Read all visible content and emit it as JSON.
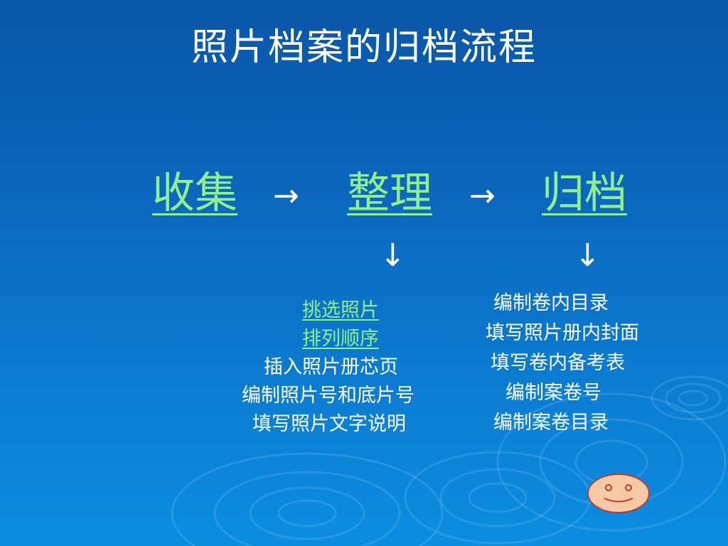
{
  "slide": {
    "title": "照片档案的归档流程",
    "steps": {
      "collect": "收集",
      "organize": "整理",
      "archive": "归档"
    },
    "arrows": {
      "right": "→",
      "down": "↓"
    },
    "organize_items": [
      "挑选照片",
      "排列顺序",
      "插入照片册芯页",
      "编制照片号和底片号",
      "填写照片文字说明"
    ],
    "archive_items": [
      "编制卷内目录",
      "填写照片册内封面",
      "填写卷内备考表",
      "编制案卷号",
      "编制案卷目录"
    ],
    "colors": {
      "background_top": "#0a56a8",
      "background_bottom": "#0b8ee0",
      "link_green": "#8ff08c",
      "text_white": "#ffffff",
      "smiley_fill": "#f6c9a6",
      "smiley_stroke": "#c0392b"
    }
  }
}
